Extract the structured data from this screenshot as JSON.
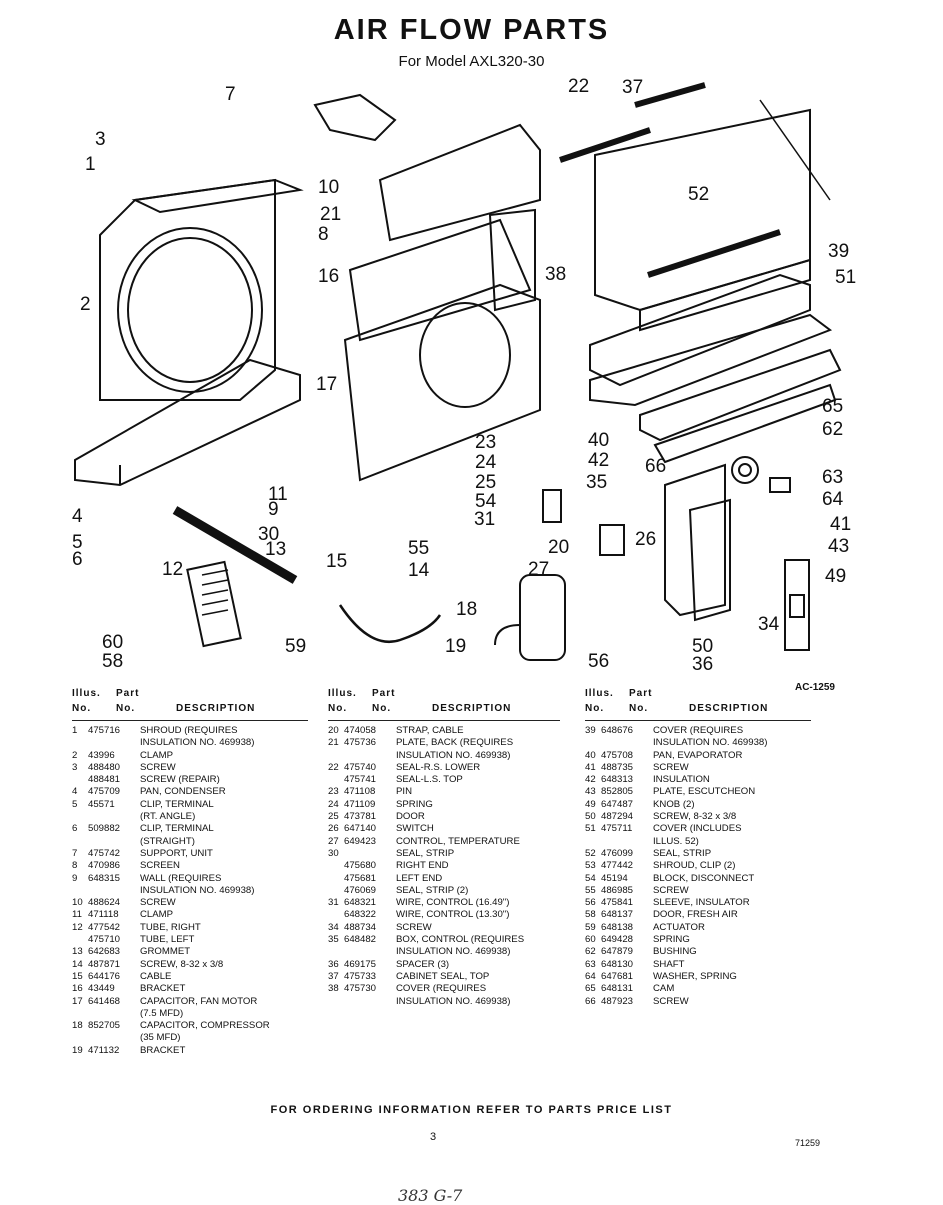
{
  "title": "AIR FLOW PARTS",
  "subtitle": "For Model AXL320-30",
  "diagram_ref": "AC-1259",
  "callouts": [
    "1",
    "2",
    "3",
    "4",
    "5",
    "6",
    "7",
    "8",
    "9",
    "10",
    "11",
    "12",
    "13",
    "14",
    "15",
    "16",
    "17",
    "18",
    "19",
    "20",
    "21",
    "22",
    "23",
    "24",
    "25",
    "26",
    "27",
    "30",
    "31",
    "34",
    "35",
    "36",
    "37",
    "38",
    "39",
    "40",
    "41",
    "42",
    "43",
    "49",
    "50",
    "51",
    "52",
    "54",
    "55",
    "56",
    "58",
    "59",
    "60",
    "62",
    "63",
    "64",
    "65",
    "66"
  ],
  "table_headers": {
    "illus": "Illus.",
    "part": "Part",
    "no1": "No.",
    "no2": "No.",
    "description": "DESCRIPTION"
  },
  "columns": [
    [
      {
        "n": "1",
        "p": "475716",
        "d": "SHROUD (REQUIRES"
      },
      {
        "n": "",
        "p": "",
        "d": "INSULATION NO. 469938)"
      },
      {
        "n": "2",
        "p": "43996",
        "d": "CLAMP"
      },
      {
        "n": "3",
        "p": "488480",
        "d": "SCREW"
      },
      {
        "n": "",
        "p": "488481",
        "d": "SCREW (REPAIR)"
      },
      {
        "n": "4",
        "p": "475709",
        "d": "PAN, CONDENSER"
      },
      {
        "n": "5",
        "p": "45571",
        "d": "CLIP, TERMINAL"
      },
      {
        "n": "",
        "p": "",
        "d": "(RT. ANGLE)"
      },
      {
        "n": "6",
        "p": "509882",
        "d": "CLIP, TERMINAL"
      },
      {
        "n": "",
        "p": "",
        "d": "(STRAIGHT)"
      },
      {
        "n": "7",
        "p": "475742",
        "d": "SUPPORT, UNIT"
      },
      {
        "n": "8",
        "p": "470986",
        "d": "SCREEN"
      },
      {
        "n": "9",
        "p": "648315",
        "d": "WALL (REQUIRES"
      },
      {
        "n": "",
        "p": "",
        "d": "INSULATION NO. 469938)"
      },
      {
        "n": "10",
        "p": "488624",
        "d": "SCREW"
      },
      {
        "n": "11",
        "p": "471118",
        "d": "CLAMP"
      },
      {
        "n": "12",
        "p": "477542",
        "d": "TUBE, RIGHT"
      },
      {
        "n": "",
        "p": "475710",
        "d": "TUBE, LEFT"
      },
      {
        "n": "13",
        "p": "642683",
        "d": "GROMMET"
      },
      {
        "n": "14",
        "p": "487871",
        "d": "SCREW, 8-32 x 3/8"
      },
      {
        "n": "15",
        "p": "644176",
        "d": "CABLE"
      },
      {
        "n": "16",
        "p": "43449",
        "d": "BRACKET"
      },
      {
        "n": "17",
        "p": "641468",
        "d": "CAPACITOR, FAN MOTOR"
      },
      {
        "n": "",
        "p": "",
        "d": "(7.5 MFD)"
      },
      {
        "n": "18",
        "p": "852705",
        "d": "CAPACITOR, COMPRESSOR"
      },
      {
        "n": "",
        "p": "",
        "d": "(35 MFD)"
      },
      {
        "n": "19",
        "p": "471132",
        "d": "BRACKET"
      }
    ],
    [
      {
        "n": "20",
        "p": "474058",
        "d": "STRAP, CABLE"
      },
      {
        "n": "21",
        "p": "475736",
        "d": "PLATE, BACK (REQUIRES"
      },
      {
        "n": "",
        "p": "",
        "d": "INSULATION NO. 469938)"
      },
      {
        "n": "22",
        "p": "475740",
        "d": "SEAL-R.S. LOWER"
      },
      {
        "n": "",
        "p": "475741",
        "d": "SEAL-L.S. TOP"
      },
      {
        "n": "23",
        "p": "471108",
        "d": "PIN"
      },
      {
        "n": "24",
        "p": "471109",
        "d": "SPRING"
      },
      {
        "n": "25",
        "p": "473781",
        "d": "DOOR"
      },
      {
        "n": "26",
        "p": "647140",
        "d": "SWITCH"
      },
      {
        "n": "27",
        "p": "649423",
        "d": "CONTROL, TEMPERATURE"
      },
      {
        "n": "30",
        "p": "",
        "d": "SEAL, STRIP"
      },
      {
        "n": "",
        "p": "475680",
        "d": "RIGHT END"
      },
      {
        "n": "",
        "p": "475681",
        "d": "LEFT END"
      },
      {
        "n": "",
        "p": "476069",
        "d": "SEAL, STRIP (2)"
      },
      {
        "n": "31",
        "p": "648321",
        "d": "WIRE, CONTROL (16.49\")"
      },
      {
        "n": "",
        "p": "648322",
        "d": "WIRE, CONTROL (13.30\")"
      },
      {
        "n": "34",
        "p": "488734",
        "d": "SCREW"
      },
      {
        "n": "35",
        "p": "648482",
        "d": "BOX, CONTROL (REQUIRES"
      },
      {
        "n": "",
        "p": "",
        "d": "INSULATION NO. 469938)"
      },
      {
        "n": "36",
        "p": "469175",
        "d": "SPACER (3)"
      },
      {
        "n": "37",
        "p": "475733",
        "d": "CABINET SEAL, TOP"
      },
      {
        "n": "38",
        "p": "475730",
        "d": "COVER (REQUIRES"
      },
      {
        "n": "",
        "p": "",
        "d": "INSULATION NO. 469938)"
      }
    ],
    [
      {
        "n": "39",
        "p": "648676",
        "d": "COVER (REQUIRES"
      },
      {
        "n": "",
        "p": "",
        "d": "INSULATION NO. 469938)"
      },
      {
        "n": "40",
        "p": "475708",
        "d": "PAN, EVAPORATOR"
      },
      {
        "n": "41",
        "p": "488735",
        "d": "SCREW"
      },
      {
        "n": "42",
        "p": "648313",
        "d": "INSULATION"
      },
      {
        "n": "43",
        "p": "852805",
        "d": "PLATE, ESCUTCHEON"
      },
      {
        "n": "49",
        "p": "647487",
        "d": "KNOB (2)"
      },
      {
        "n": "50",
        "p": "487294",
        "d": "SCREW, 8-32 x 3/8"
      },
      {
        "n": "51",
        "p": "475711",
        "d": "COVER (INCLUDES"
      },
      {
        "n": "",
        "p": "",
        "d": "ILLUS. 52)"
      },
      {
        "n": "52",
        "p": "476099",
        "d": "SEAL, STRIP"
      },
      {
        "n": "53",
        "p": "477442",
        "d": "SHROUD, CLIP (2)"
      },
      {
        "n": "54",
        "p": "45194",
        "d": "BLOCK, DISCONNECT"
      },
      {
        "n": "55",
        "p": "486985",
        "d": "SCREW"
      },
      {
        "n": "56",
        "p": "475841",
        "d": "SLEEVE, INSULATOR"
      },
      {
        "n": "58",
        "p": "648137",
        "d": "DOOR, FRESH AIR"
      },
      {
        "n": "59",
        "p": "648138",
        "d": "ACTUATOR"
      },
      {
        "n": "60",
        "p": "649428",
        "d": "SPRING"
      },
      {
        "n": "62",
        "p": "647879",
        "d": "BUSHING"
      },
      {
        "n": "63",
        "p": "648130",
        "d": "SHAFT"
      },
      {
        "n": "64",
        "p": "647681",
        "d": "WASHER, SPRING"
      },
      {
        "n": "65",
        "p": "648131",
        "d": "CAM"
      },
      {
        "n": "66",
        "p": "487923",
        "d": "SCREW"
      }
    ]
  ],
  "footer": "FOR ORDERING INFORMATION REFER TO PARTS PRICE LIST",
  "page_number": "3",
  "page_code": "71259",
  "handwritten_note": "383 G-7"
}
